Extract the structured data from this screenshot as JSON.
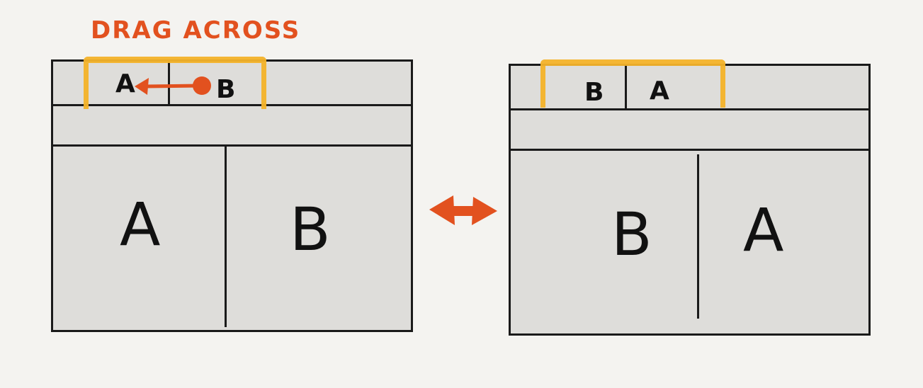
{
  "caption": "DRAG ACROSS",
  "before": {
    "tabs": [
      "A",
      "B"
    ],
    "panes": [
      "A",
      "B"
    ]
  },
  "after": {
    "tabs": [
      "B",
      "A"
    ],
    "panes": [
      "B",
      "A"
    ]
  },
  "colors": {
    "annotation": "#e2511f",
    "highlight": "#f5b32a",
    "window_fill": "#deddda",
    "stroke": "#1a1a1a",
    "background": "#f4f3f0"
  }
}
